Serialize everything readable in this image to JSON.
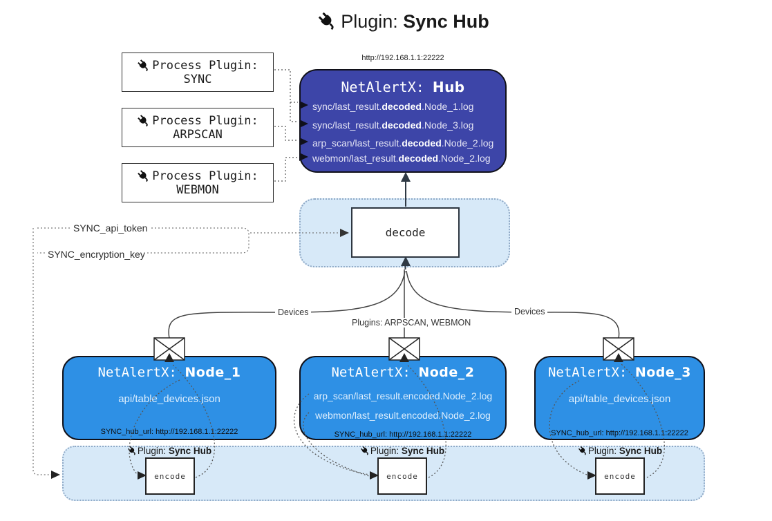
{
  "title": {
    "prefix": "Plugin: ",
    "name": "Sync Hub"
  },
  "icons": {
    "plug": "plug-icon",
    "envelope": "envelope-icon"
  },
  "colors": {
    "hub_bg": "#3d45a8",
    "node_bg": "#2e90e5",
    "panel_bg": "#d7e9f8",
    "border_dark": "#101018"
  },
  "process_plugins": [
    {
      "label": "Process Plugin:",
      "name": "SYNC"
    },
    {
      "label": "Process Plugin:",
      "name": "ARPSCAN"
    },
    {
      "label": "Process Plugin:",
      "name": "WEBMON"
    }
  ],
  "hub": {
    "url": "http://192.168.1.1:22222",
    "title_prefix": "NetAlertX: ",
    "title_name": "Hub",
    "logs": [
      {
        "pre": "sync/last_result.",
        "bold": "decoded",
        "post": ".Node_1.log"
      },
      {
        "pre": "sync/last_result.",
        "bold": "decoded",
        "post": ".Node_3.log"
      },
      {
        "pre": "arp_scan/last_result.",
        "bold": "decoded",
        "post": ".Node_2.log"
      },
      {
        "pre": "webmon/last_result.",
        "bold": "decoded",
        "post": ".Node_2.log"
      }
    ]
  },
  "decode": {
    "label": "decode"
  },
  "secrets": {
    "api_token": "SYNC_api_token",
    "encryption_key": "SYNC_encryption_key"
  },
  "edges": {
    "left": "Devices",
    "center": "Plugins: ARPSCAN, WEBMON",
    "right": "Devices"
  },
  "nodes": [
    {
      "title_prefix": "NetAlertX: ",
      "title_name": "Node_1",
      "files": [
        "api/table_devices.json"
      ],
      "hub_url": "SYNC_hub_url: http://192.168.1.1:22222"
    },
    {
      "title_prefix": "NetAlertX: ",
      "title_name": "Node_2",
      "files": [
        "arp_scan/last_result.encoded.Node_2.log",
        "webmon/last_result.encoded.Node_2.log"
      ],
      "hub_url": "SYNC_hub_url: http://192.168.1.1:22222"
    },
    {
      "title_prefix": "NetAlertX: ",
      "title_name": "Node_3",
      "files": [
        "api/table_devices.json"
      ],
      "hub_url": "SYNC_hub_url: http://192.168.1.1:22222"
    }
  ],
  "encoders": {
    "label_prefix": "Plugin: ",
    "label_name": "Sync Hub",
    "box_label": "encode"
  }
}
